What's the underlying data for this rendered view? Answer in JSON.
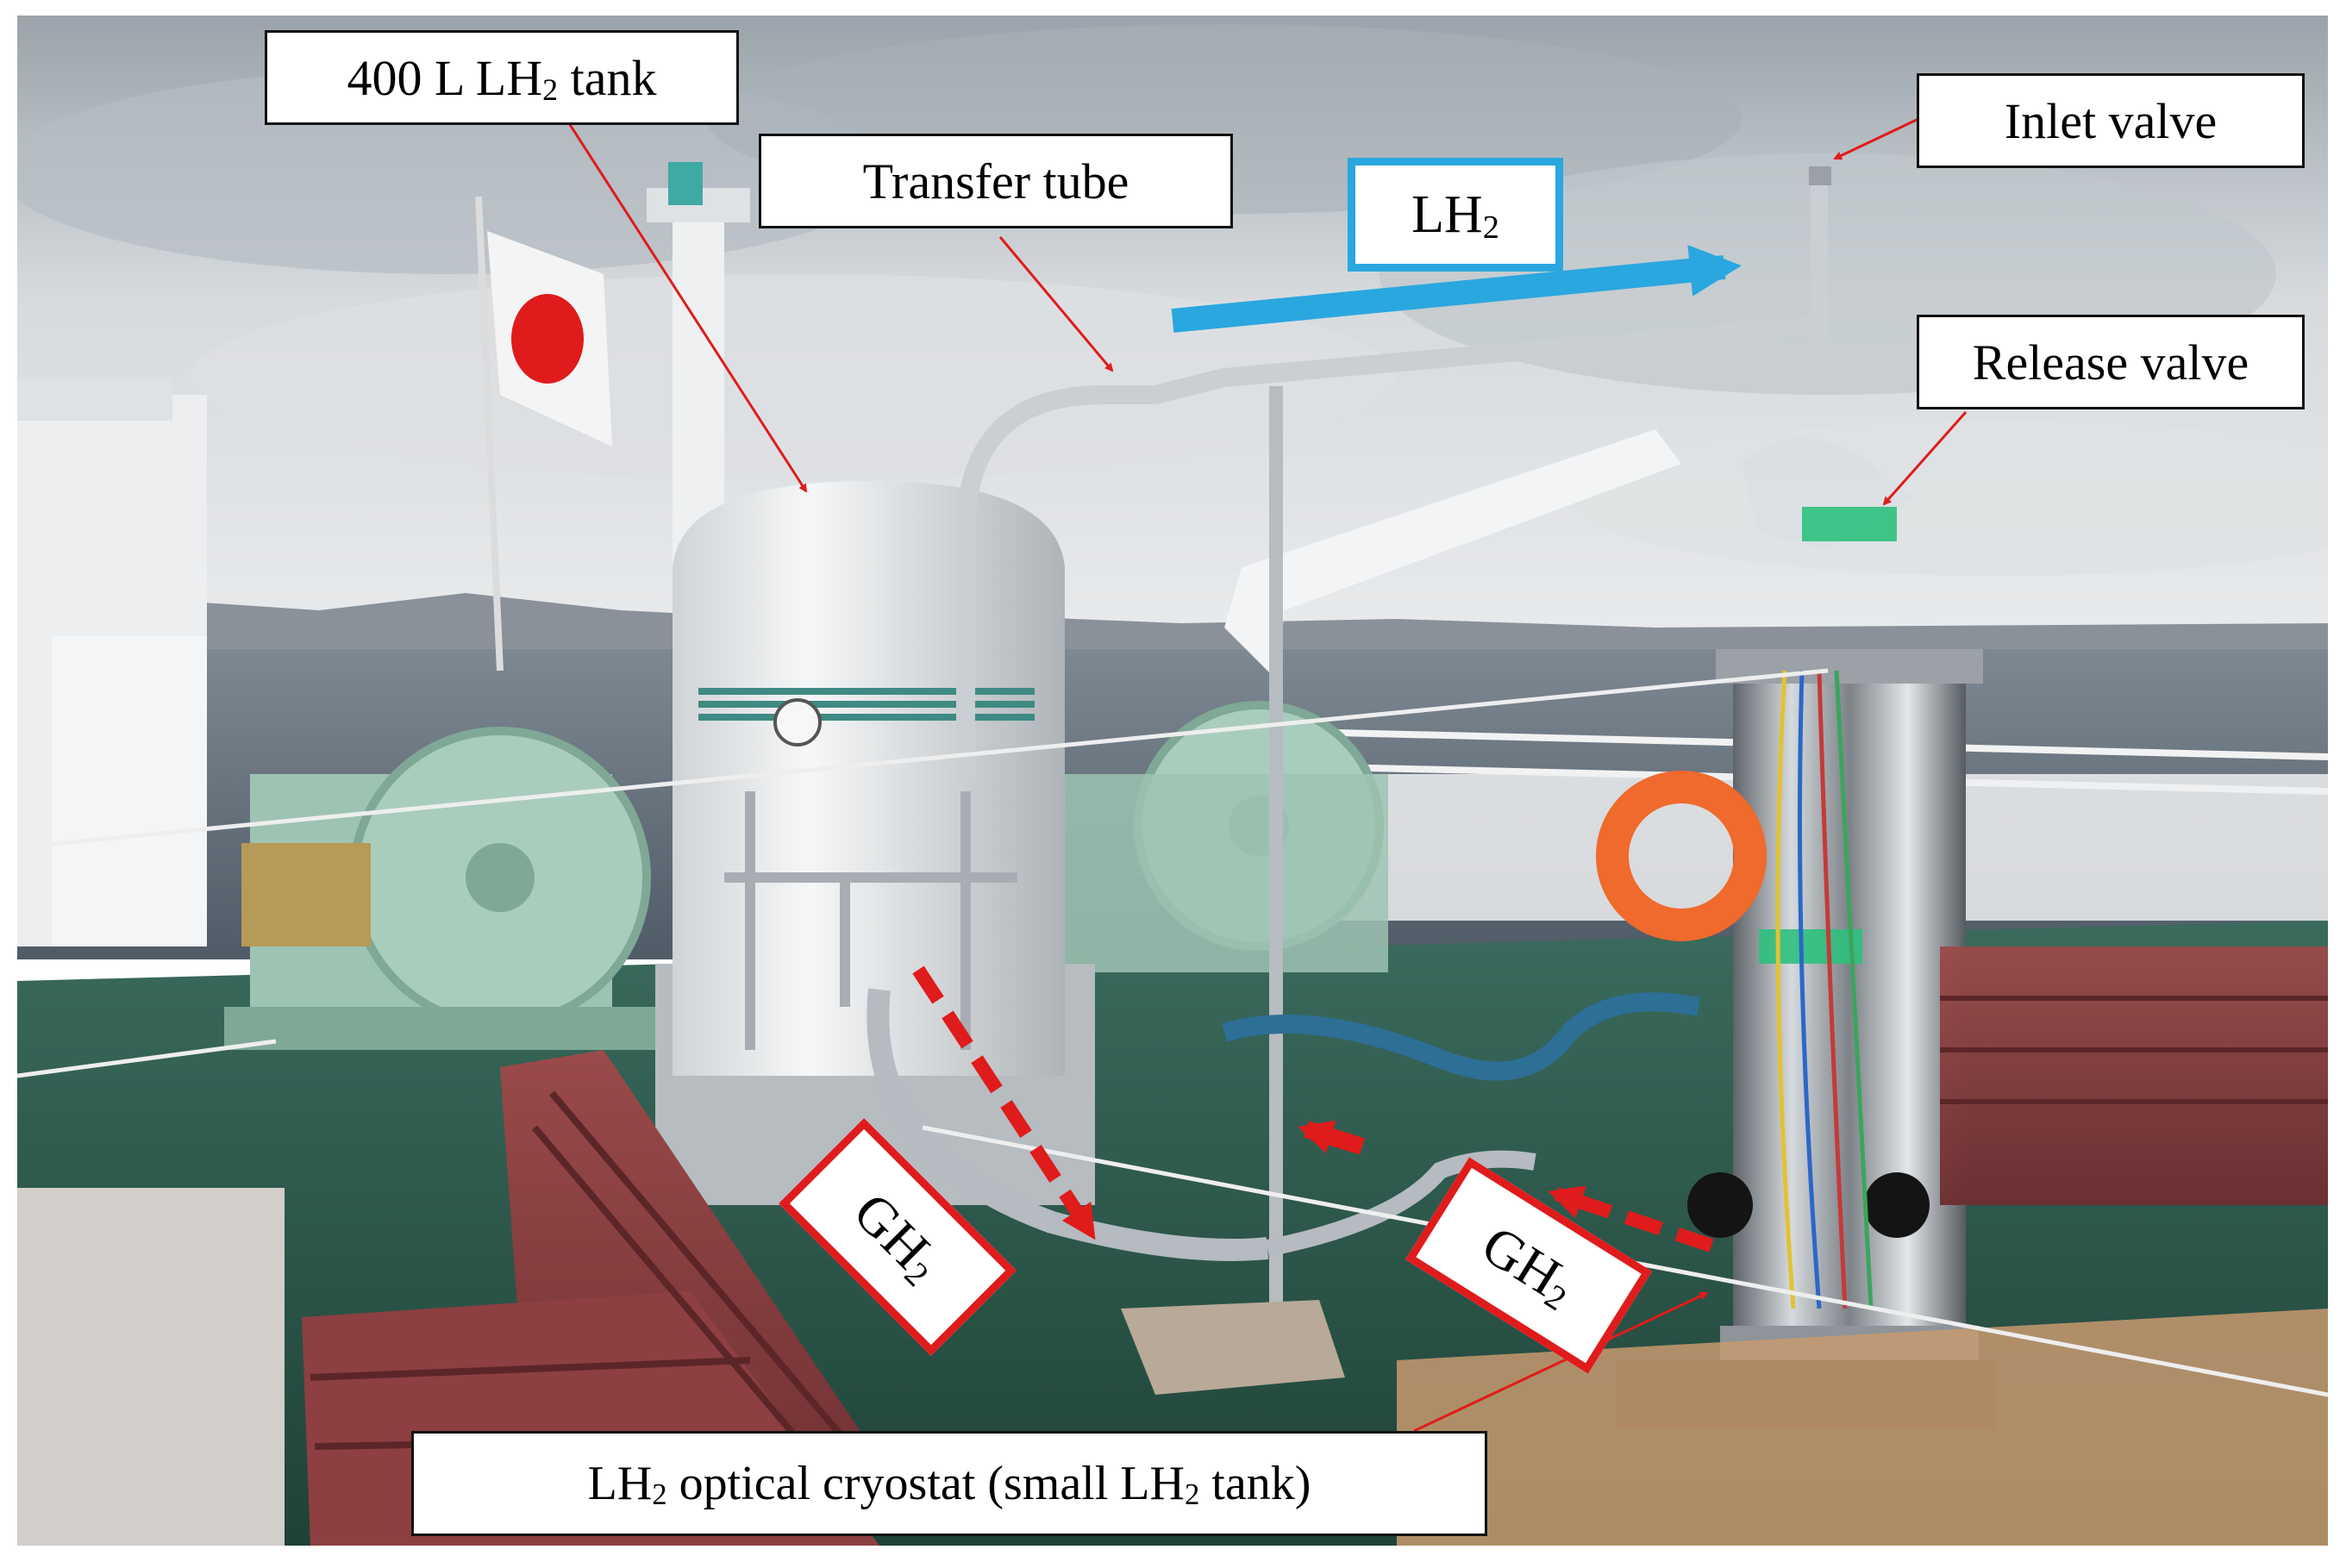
{
  "labels": {
    "tank_400l": {
      "prefix": "400 L LH",
      "sub": "2",
      "suffix": " tank"
    },
    "transfer_tube": "Transfer tube",
    "inlet_valve": "Inlet valve",
    "release_valve": "Release valve",
    "lh2_flow": {
      "prefix": "LH",
      "sub": "2"
    },
    "gh2_left": {
      "prefix": "GH",
      "sub": "2"
    },
    "gh2_right": {
      "prefix": "GH",
      "sub": "2"
    },
    "cryostat": {
      "prefix": "LH",
      "sub": "2",
      "middle": " optical cryostat (small LH",
      "sub2": "2",
      "suffix": " tank)"
    }
  },
  "colors": {
    "lh2_arrow": "#2aa7df",
    "gh2_arrow": "#e01b1b",
    "leader_line": "#e01b1b",
    "deck": "#2f5a4e",
    "winch": "#a9cdbd",
    "sky": "#c9d0d6",
    "sea": "#6c7a86"
  }
}
